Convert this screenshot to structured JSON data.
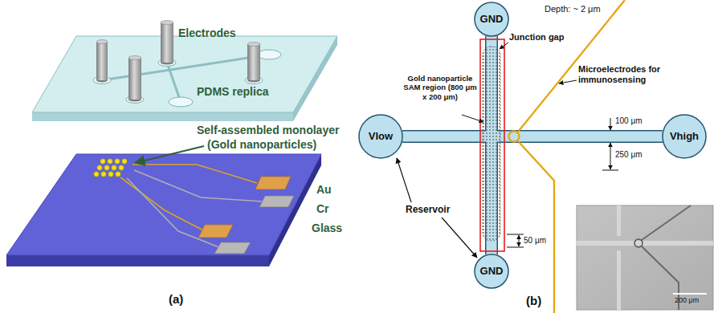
{
  "diagram": {
    "nodes": [
      {
        "text": [
          "GND"
        ]
      },
      {
        "text": [
          "Vlow"
        ]
      },
      {
        "text": [
          "Vhigh"
        ]
      },
      {
        "text": [
          "GND"
        ]
      }
    ],
    "edges": [
      {
        "from": 1,
        "to": 2,
        "arrow": "none"
      },
      {
        "from": 0,
        "to": 3,
        "arrow": "none"
      }
    ],
    "labels": [
      "Electrodes",
      "PDMS replica",
      "Self-assembled monolayer",
      "(Gold nanoparticles)",
      "Au",
      "Cr",
      "Glass",
      "(a)",
      "Depth: ~ 2 μm",
      "Junction gap",
      "Gold nanoparticle SAM region (800 μm x 200 μm)",
      "Microelectrodes for immunosensing",
      "100 μm",
      "250 μm",
      "Reservoir",
      "50 μm",
      "200 μm",
      "(b)"
    ]
  }
}
